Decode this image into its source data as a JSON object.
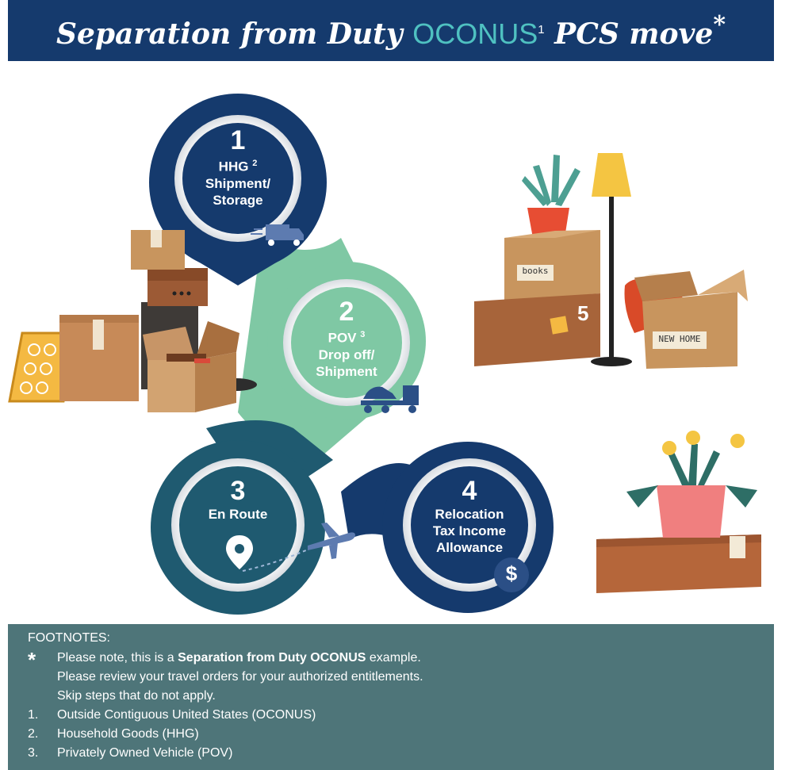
{
  "header": {
    "title_prefix": "Separation from Duty",
    "title_accent": "OCONUS",
    "title_accent_sup": "1",
    "title_suffix": "PCS move",
    "title_star": "*"
  },
  "steps": [
    {
      "number": "1",
      "line1": "HHG",
      "line1_sup": "2",
      "line2": "Shipment/",
      "line3": "Storage"
    },
    {
      "number": "2",
      "line1": "POV",
      "line1_sup": "3",
      "line2": "Drop off/",
      "line3": "Shipment"
    },
    {
      "number": "3",
      "line1": "En Route"
    },
    {
      "number": "4",
      "line1": "Relocation",
      "line2": "Tax Income",
      "line3": "Allowance"
    }
  ],
  "step5_number": "5",
  "box_labels": {
    "books": "books",
    "new_home": "NEW HOME"
  },
  "icons": {
    "step1": "moving-truck-icon",
    "step2": "car-carrier-truck-icon",
    "step3a": "location-pin-icon",
    "step3b": "airplane-icon",
    "step4": "dollar-coin-icon"
  },
  "colors": {
    "navy": "#153a6d",
    "teal_dark": "#1f5a70",
    "mint": "#7fc8a4",
    "footnote_bg": "#4e7579",
    "accent_cyan": "#4fc1c1"
  },
  "footnotes": {
    "title": "FOOTNOTES:",
    "star_marker": "*",
    "star_line1_pre": "Please note, this is a ",
    "star_line1_bold": "Separation from Duty OCONUS",
    "star_line1_post": " example.",
    "star_line2": "Please review your travel orders for your authorized entitlements.",
    "star_line3": "Skip steps that do not apply.",
    "items": [
      {
        "marker": "1.",
        "text": "Outside Contiguous United States (OCONUS)"
      },
      {
        "marker": "2.",
        "text": "Household Goods (HHG)"
      },
      {
        "marker": "3.",
        "text": "Privately Owned Vehicle (POV)"
      }
    ]
  }
}
